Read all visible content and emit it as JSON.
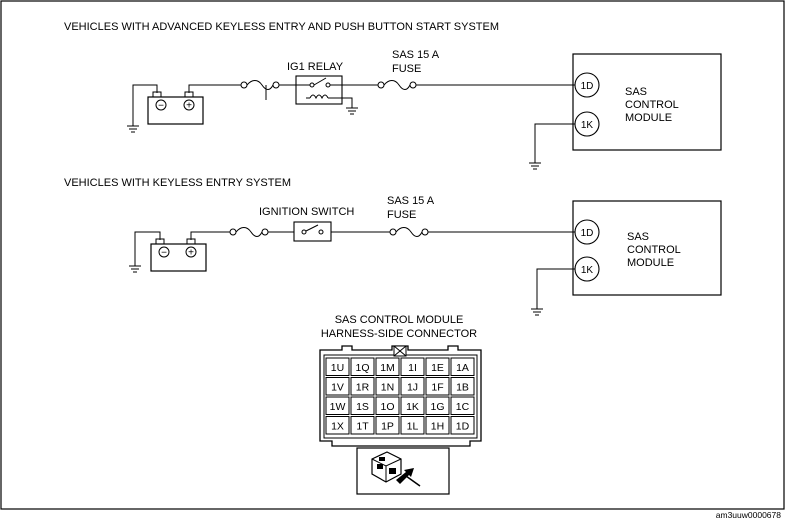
{
  "diagram_a": {
    "heading": "VEHICLES WITH ADVANCED KEYLESS ENTRY AND PUSH BUTTON START SYSTEM",
    "relay_label": "IG1 RELAY",
    "fuse_label_1": "SAS 15 A",
    "fuse_label_2": "FUSE",
    "pin_top": "1D",
    "pin_bottom": "1K",
    "module_line_1": "SAS",
    "module_line_2": "CONTROL",
    "module_line_3": "MODULE",
    "battery_minus": "−",
    "battery_plus": "+"
  },
  "diagram_b": {
    "heading": "VEHICLES WITH KEYLESS ENTRY SYSTEM",
    "switch_label": "IGNITION SWITCH",
    "fuse_label_1": "SAS 15 A",
    "fuse_label_2": "FUSE",
    "pin_top": "1D",
    "pin_bottom": "1K",
    "module_line_1": "SAS",
    "module_line_2": "CONTROL",
    "module_line_3": "MODULE",
    "battery_minus": "−",
    "battery_plus": "+"
  },
  "connector": {
    "title_1": "SAS CONTROL MODULE",
    "title_2": "HARNESS-SIDE CONNECTOR",
    "rows": [
      [
        "1U",
        "1Q",
        "1M",
        "1I",
        "1E",
        "1A"
      ],
      [
        "1V",
        "1R",
        "1N",
        "1J",
        "1F",
        "1B"
      ],
      [
        "1W",
        "1S",
        "1O",
        "1K",
        "1G",
        "1C"
      ],
      [
        "1X",
        "1T",
        "1P",
        "1L",
        "1H",
        "1D"
      ]
    ]
  },
  "footer_code": "am3uuw0000678"
}
